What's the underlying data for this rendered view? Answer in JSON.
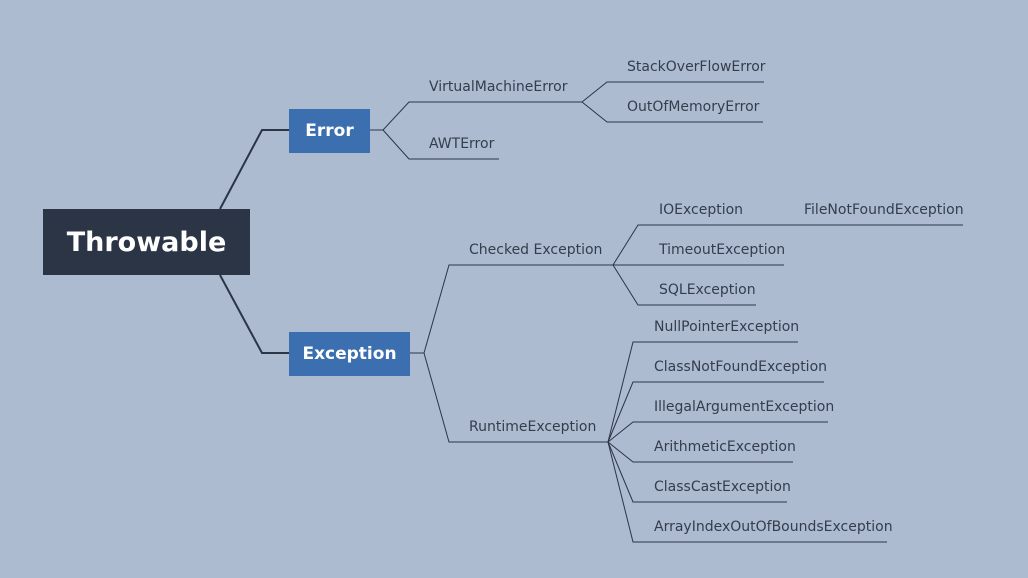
{
  "root": {
    "label": "Throwable"
  },
  "error": {
    "label": "Error",
    "virtual_machine_error": {
      "label": "VirtualMachineError",
      "children": [
        "StackOverFlowError",
        "OutOfMemoryError"
      ]
    },
    "awt_error": {
      "label": "AWTError"
    }
  },
  "exception": {
    "label": "Exception",
    "checked": {
      "label": "Checked Exception",
      "io": {
        "label": "IOException",
        "child": "FileNotFoundException"
      },
      "children": [
        "TimeoutException",
        "SQLException"
      ]
    },
    "runtime": {
      "label": "RuntimeException",
      "children": [
        "NullPointerException",
        "ClassNotFoundException",
        "IllegalArgumentException",
        "ArithmeticException",
        "ClassCastException",
        "ArrayIndexOutOfBoundsException"
      ]
    }
  },
  "colors": {
    "background": "#adbbd0",
    "root_fill": "#2b3546",
    "box_fill": "#3c6fb0",
    "line": "#2b3546",
    "text": "#333d4c"
  }
}
